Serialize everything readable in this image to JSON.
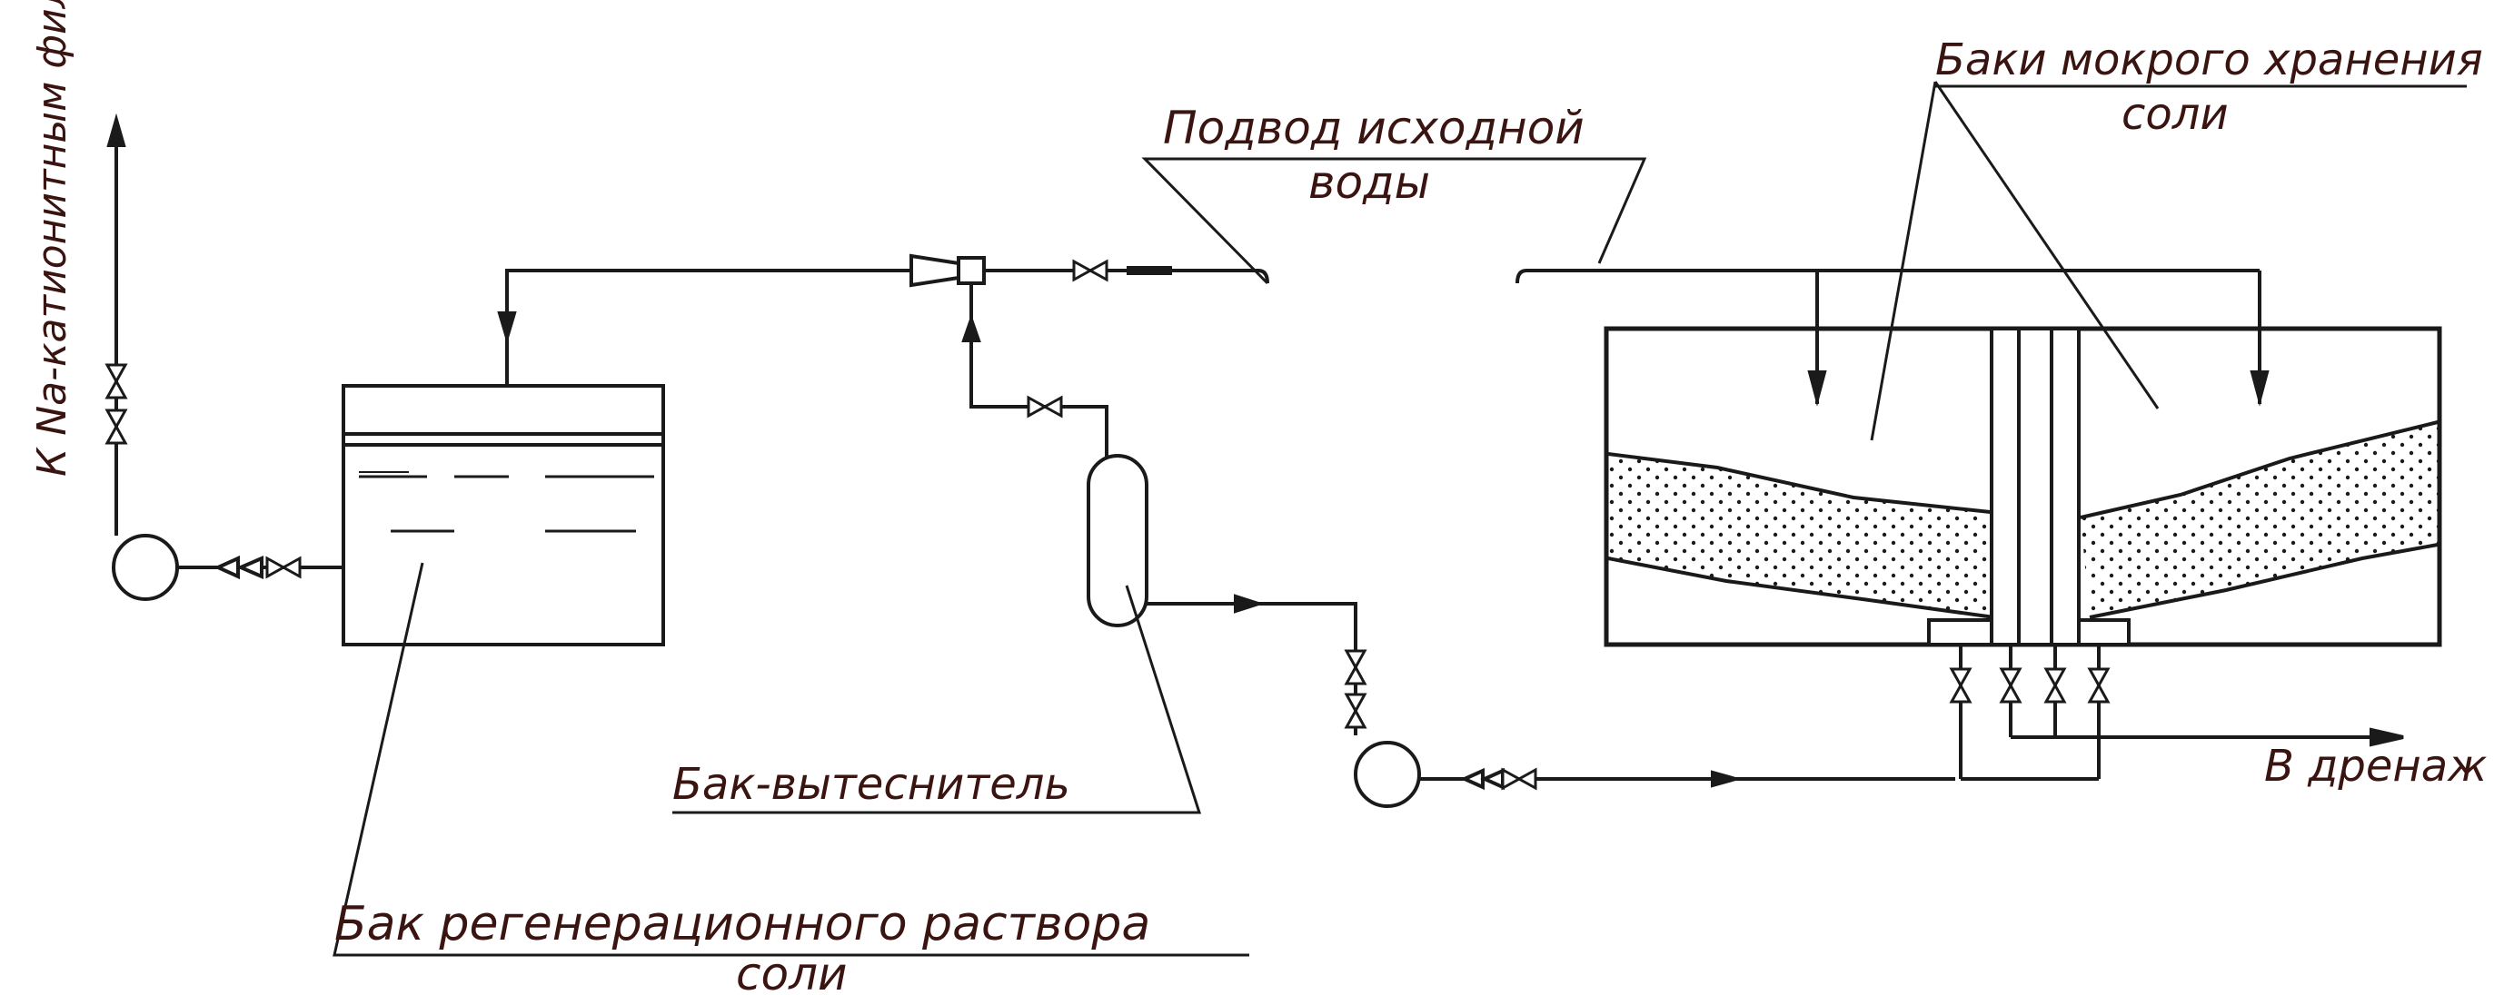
{
  "diagram": {
    "labels": {
      "to_filters": "К Na-катионитным фильтрам",
      "water_supply_line1": "Подвод исходной",
      "water_supply_line2": "воды",
      "wet_storage_line1": "Баки мокрого хранения",
      "wet_storage_line2": "соли",
      "displacer_tank": "Бак-вытеснитель",
      "regen_tank_line1": "Бак регенерационного раствора",
      "regen_tank_line2": "соли",
      "to_drain": "В дренаж"
    },
    "colors": {
      "ink": "#1a1a1a",
      "label": "#3a1410",
      "paper": "#ffffff"
    }
  }
}
